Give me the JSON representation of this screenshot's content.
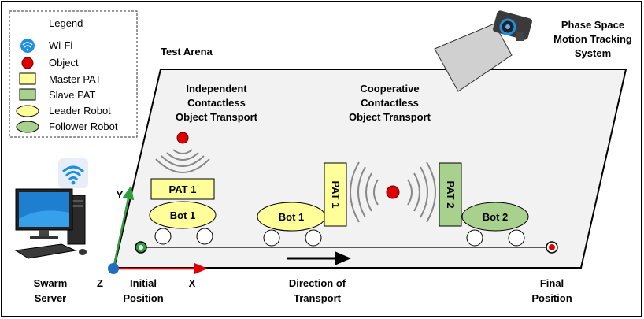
{
  "legend": {
    "title": "Legend",
    "items": [
      {
        "label": "Wi-Fi",
        "icon": "wifi-icon"
      },
      {
        "label": "Object",
        "icon": "object-icon"
      },
      {
        "label": "Master PAT",
        "icon": "master-pat-swatch"
      },
      {
        "label": "Slave PAT",
        "icon": "slave-pat-swatch"
      },
      {
        "label": "Leader Robot",
        "icon": "leader-robot-swatch"
      },
      {
        "label": "Follower Robot",
        "icon": "follower-robot-swatch"
      }
    ]
  },
  "arena_label": "Test Arena",
  "motion_tracking": {
    "line1": "Phase Space",
    "line2": "Motion Tracking",
    "line3": "System"
  },
  "independent": {
    "line1": "Independent",
    "line2": "Contactless",
    "line3": "Object Transport"
  },
  "cooperative": {
    "line1": "Cooperative",
    "line2": "Contactless",
    "line3": "Object Transport"
  },
  "pat1_left": "PAT 1",
  "pat1_vertical": "PAT 1",
  "pat2_vertical": "PAT 2",
  "bot1_left": "Bot 1",
  "bot1_mid": "Bot 1",
  "bot2": "Bot 2",
  "axes": {
    "y": "Y",
    "z": "Z",
    "x": "X"
  },
  "server": {
    "line1": "Swarm",
    "line2": "Server"
  },
  "initial": {
    "line1": "Initial",
    "line2": "Position"
  },
  "direction": {
    "line1": "Direction of",
    "line2": "Transport"
  },
  "final": {
    "line1": "Final",
    "line2": "Position"
  },
  "colors": {
    "master_pat": "#ffff99",
    "slave_pat": "#a9d18e",
    "leader_robot": "#ffff99",
    "follower_robot": "#a9d18e",
    "object": "#e00000",
    "wifi": "#1f8fe0",
    "arena": "#f2f2f2",
    "x_axis": "#e00000",
    "y_axis": "#2e9e3e",
    "origin": "#1f6fc0"
  }
}
